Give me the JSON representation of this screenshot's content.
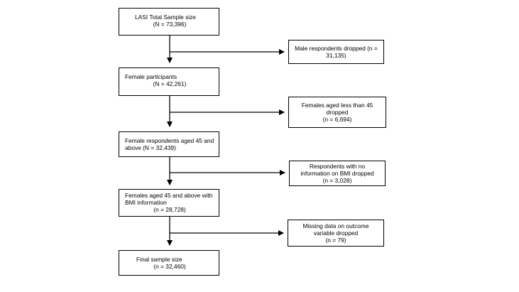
{
  "main_steps": [
    {
      "lines": [
        "LASI Total Sample size",
        "(N = 73,396)"
      ]
    },
    {
      "lines": [
        "Female participants",
        "(N = 42,261)"
      ]
    },
    {
      "lines": [
        "Female respondents aged 45 and",
        "above (N = 32,439)"
      ]
    },
    {
      "lines": [
        "Females aged 45 and above with",
        "BMI information",
        "(n = 28,728)"
      ]
    },
    {
      "lines": [
        "Final sample size",
        "(n = 32,460)"
      ]
    }
  ],
  "exclusions": [
    {
      "lines": [
        "Male respondents dropped  (n =",
        "31,135)"
      ]
    },
    {
      "lines": [
        "Females aged less than 45",
        "dropped",
        "(n = 6,694)"
      ]
    },
    {
      "lines": [
        "Respondents with no",
        "information on BMI dropped",
        "(n = 3,028)"
      ]
    },
    {
      "lines": [
        "Missing data on outcome",
        "variable dropped",
        "(n = 79)"
      ]
    }
  ]
}
